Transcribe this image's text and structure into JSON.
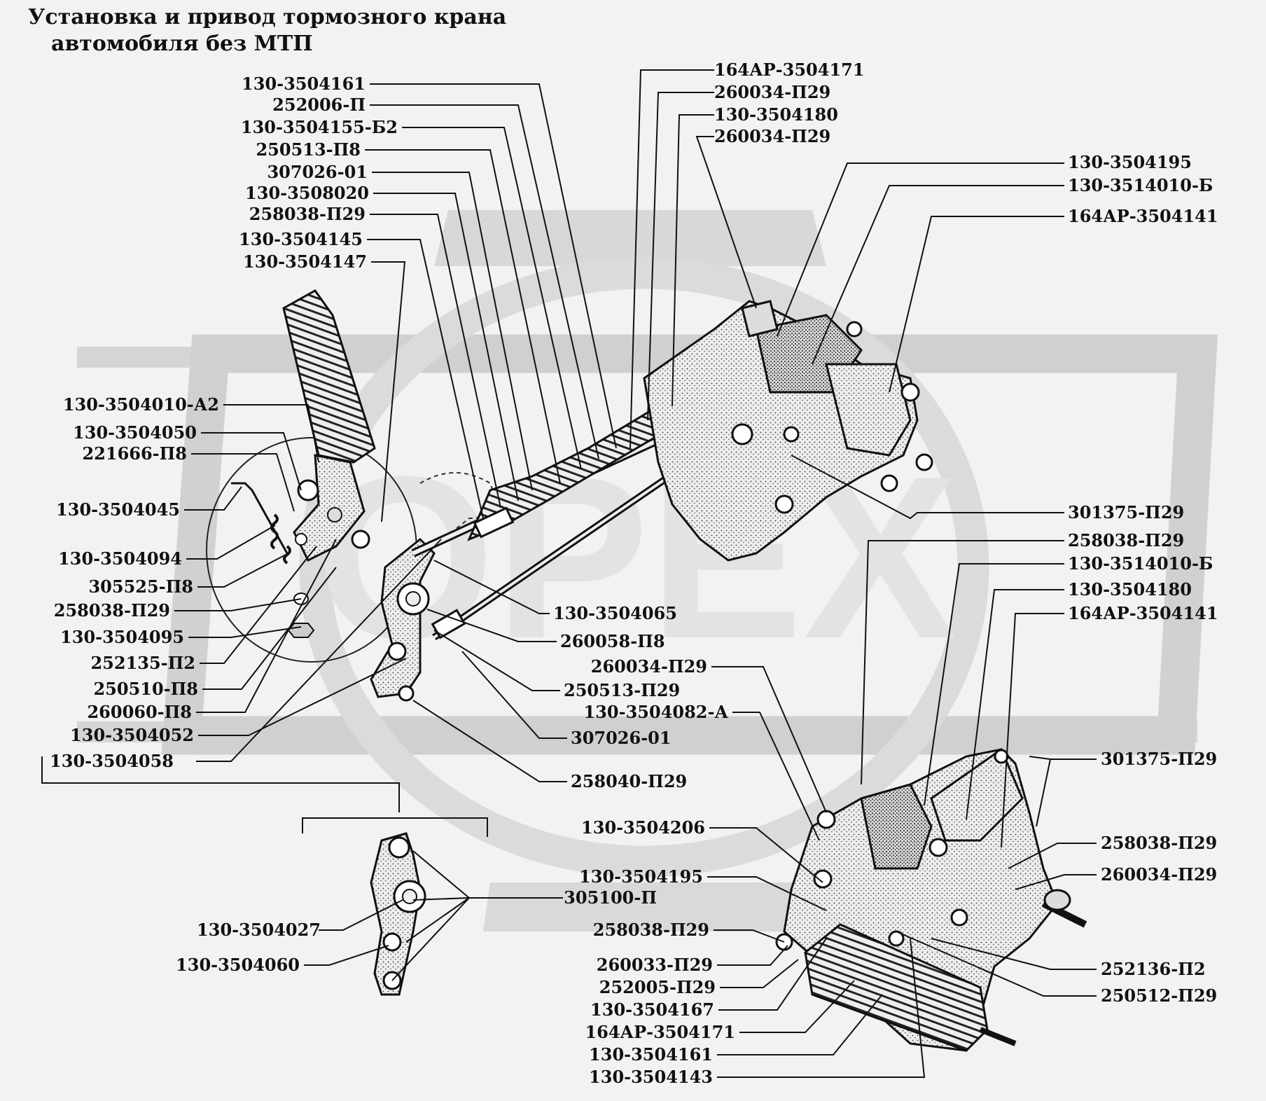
{
  "title": {
    "line1": "Установка и привод тормозного крана",
    "line2": "автомобиля без МТП"
  },
  "watermark": {
    "text": "ОРЕХ",
    "color": "#c8c8c8"
  },
  "colors": {
    "background": "#f2f2f2",
    "ink": "#111111",
    "watermark": "#c8c8c8"
  },
  "labels": [
    "164АР-3504171",
    "260034-П29",
    "130-3504180",
    "260034-П29",
    "130-3504161",
    "252006-П",
    "130-3504155-Б2",
    "250513-П8",
    "307026-01",
    "130-3508020",
    "258038-П29",
    "130-3504145",
    "130-3504147",
    "130-3504195",
    "130-3514010-Б",
    "164АР-3504141",
    "130-3504010-А2",
    "130-3504050",
    "221666-П8",
    "130-3504045",
    "130-3504094",
    "305525-П8",
    "258038-П29",
    "130-3504095",
    "252135-П2",
    "250510-П8",
    "260060-П8",
    "130-3504052",
    "130-3504058",
    "301375-П29",
    "258038-П29",
    "130-3514010-Б",
    "130-3504180",
    "164АР-3504141",
    "130-3504065",
    "260058-П8",
    "260034-П29",
    "250513-П29",
    "130-3504082-А",
    "307026-01",
    "258040-П29",
    "301375-П29",
    "258038-П29",
    "260034-П29",
    "130-3504206",
    "130-3504195",
    "305100-П",
    "258038-П29",
    "252136-П2",
    "250512-П29",
    "130-3504027",
    "130-3504060",
    "260033-П29",
    "252005-П29",
    "130-3504167",
    "164АР-3504171",
    "130-3504161",
    "130-3504143"
  ]
}
